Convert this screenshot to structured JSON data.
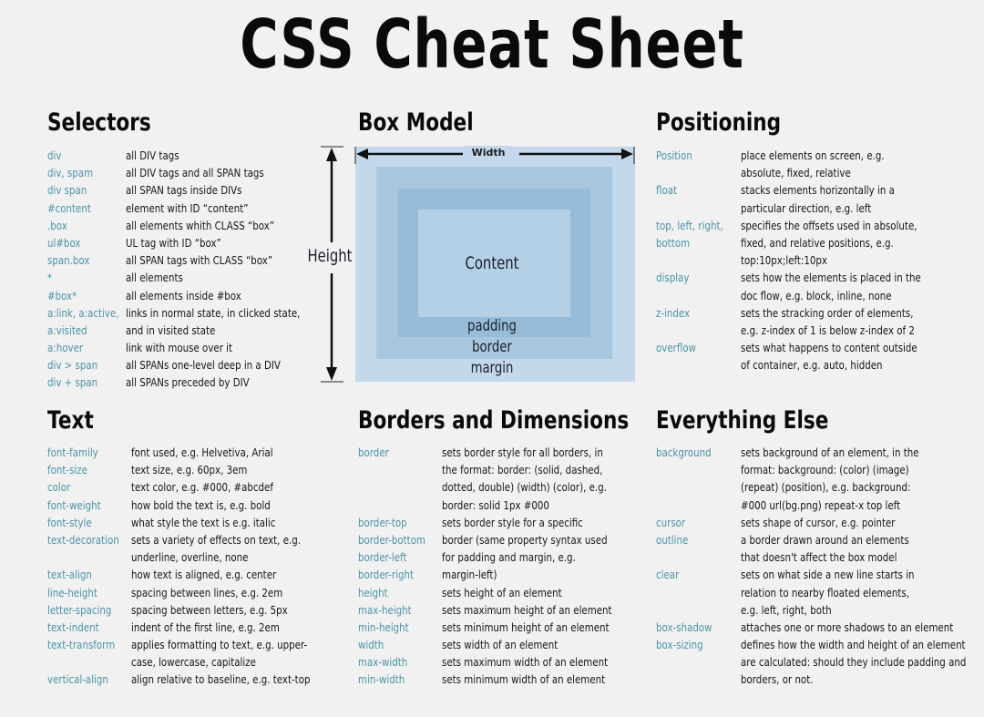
{
  "title": "CSS Cheat Sheet",
  "colors": {
    "background": "#f1f1f1",
    "property_text": "#4b93a8",
    "description_text": "#161616",
    "heading_text": "#0a0a0a",
    "margin_fill": "#c3d8ea",
    "border_fill": "#a8c6de",
    "padding_fill": "#97bcd9",
    "content_fill": "#b3d0e7"
  },
  "sections": {
    "selectors": {
      "heading": "Selectors",
      "rows": [
        {
          "k": "div",
          "v": "all DIV tags"
        },
        {
          "k": "div, spam",
          "v": "all DIV tags and all SPAN tags"
        },
        {
          "k": "div span",
          "v": "all SPAN tags inside DIVs"
        },
        {
          "k": "#content",
          "v": "element with ID “content”"
        },
        {
          "k": ".box",
          "v": "all elements whith CLASS “box”"
        },
        {
          "k": "ul#box",
          "v": "UL tag with ID “box”"
        },
        {
          "k": "span.box",
          "v": "all SPAN tags with CLASS “box”"
        },
        {
          "k": "*",
          "v": "all elements"
        },
        {
          "k": "#box*",
          "v": "all elements inside #box"
        },
        {
          "k": "a:link, a:active,",
          "v": "links in normal state, in clicked state,"
        },
        {
          "k": "a:visited",
          "v": "and in visited state"
        },
        {
          "k": "a:hover",
          "v": "link with mouse over it"
        },
        {
          "k": "div > span",
          "v": "all SPANs one-level deep in a DIV"
        },
        {
          "k": "div + span",
          "v": "all SPANs preceded by DIV"
        }
      ]
    },
    "box_model": {
      "heading": "Box Model",
      "width_label": "Width",
      "height_label": "Height",
      "content_label": "Content",
      "padding_label": "padding",
      "border_label": "border",
      "margin_label": "margin"
    },
    "positioning": {
      "heading": "Positioning",
      "rows": [
        {
          "k": "Position",
          "v": "place elements on screen, e.g."
        },
        {
          "k": "",
          "v": "absolute, fixed, relative"
        },
        {
          "k": "float",
          "v": "stacks elements horizontally in a"
        },
        {
          "k": "",
          "v": "particular direction, e.g. left"
        },
        {
          "k": "top, left, right,",
          "v": "specifies the offsets used in absolute,"
        },
        {
          "k": "bottom",
          "v": "fixed, and relative positions, e.g."
        },
        {
          "k": "",
          "v": "top:10px;left:10px"
        },
        {
          "k": "display",
          "v": "sets how the elements is placed in the"
        },
        {
          "k": "",
          "v": "doc flow, e.g. block, inline, none"
        },
        {
          "k": "z-index",
          "v": "sets the stracking order of elements,"
        },
        {
          "k": "",
          "v": "e.g. z-index of 1 is below z-index of 2"
        },
        {
          "k": "overflow",
          "v": "sets what happens to content outside"
        },
        {
          "k": "",
          "v": "of container, e.g. auto, hidden"
        }
      ]
    },
    "text": {
      "heading": "Text",
      "rows": [
        {
          "k": "font-family",
          "v": "font used, e.g. Helvetiva, Arial"
        },
        {
          "k": "font-size",
          "v": "text size, e.g. 60px, 3em"
        },
        {
          "k": "color",
          "v": "text color, e.g. #000, #abcdef"
        },
        {
          "k": "font-weight",
          "v": "how bold the text is, e.g. bold"
        },
        {
          "k": "font-style",
          "v": "what style the text is e.g. italic"
        },
        {
          "k": "text-decoration",
          "v": "sets a variety of effects on text, e.g."
        },
        {
          "k": "",
          "v": "underline, overline, none"
        },
        {
          "k": "text-align",
          "v": "how text is aligned, e.g. center"
        },
        {
          "k": "line-height",
          "v": "spacing between lines, e.g. 2em"
        },
        {
          "k": "letter-spacing",
          "v": "spacing between letters, e.g. 5px"
        },
        {
          "k": "text-indent",
          "v": "indent of the first line, e.g. 2em"
        },
        {
          "k": "text-transform",
          "v": "applies formatting to text, e.g. upper-"
        },
        {
          "k": "",
          "v": "case, lowercase, capitalize"
        },
        {
          "k": "vertical-align",
          "v": "align relative to baseline, e.g. text-top"
        }
      ]
    },
    "borders": {
      "heading": "Borders and Dimensions",
      "rows": [
        {
          "k": "border",
          "v": "sets border style for all borders, in"
        },
        {
          "k": "",
          "v": "the format: border: (solid, dashed,"
        },
        {
          "k": "",
          "v": "dotted, double) (width) (color), e.g."
        },
        {
          "k": "",
          "v": "border: solid 1px #000"
        },
        {
          "k": "border-top",
          "v": "sets border style for a specific"
        },
        {
          "k": "border-bottom",
          "v": "border (same property syntax used"
        },
        {
          "k": "border-left",
          "v": "for padding and margin, e.g."
        },
        {
          "k": "border-right",
          "v": "margin-left)"
        },
        {
          "k": "height",
          "v": "sets height of an element"
        },
        {
          "k": "max-height",
          "v": "sets maximum height of an element"
        },
        {
          "k": "min-height",
          "v": "sets minimum height of an element"
        },
        {
          "k": "width",
          "v": "sets width of an element"
        },
        {
          "k": "max-width",
          "v": "sets maximum width of an element"
        },
        {
          "k": "min-width",
          "v": "sets minimum width of an element"
        }
      ]
    },
    "everything_else": {
      "heading": "Everything Else",
      "rows": [
        {
          "k": "background",
          "v": "sets background of an element, in the"
        },
        {
          "k": "",
          "v": "format: background: (color) (image)"
        },
        {
          "k": "",
          "v": "(repeat) (position), e.g. background:"
        },
        {
          "k": "",
          "v": "#000 url(bg.png) repeat-x top left"
        },
        {
          "k": "cursor",
          "v": "sets shape of cursor, e.g. pointer"
        },
        {
          "k": "outline",
          "v": "a border drawn around an elements"
        },
        {
          "k": "",
          "v": "that doesn't affect the box model"
        },
        {
          "k": "clear",
          "v": "sets on what side a new line starts in"
        },
        {
          "k": "",
          "v": "relation to nearby floated elements,"
        },
        {
          "k": "",
          "v": "e.g. left, right, both"
        },
        {
          "k": "box-shadow",
          "v": "attaches one or more shadows to an element"
        },
        {
          "k": "box-sizing",
          "v": "defines how the width and height of an element"
        },
        {
          "k": "",
          "v": "are calculated: should they include padding and"
        },
        {
          "k": "",
          "v": "borders, or not."
        }
      ]
    }
  }
}
